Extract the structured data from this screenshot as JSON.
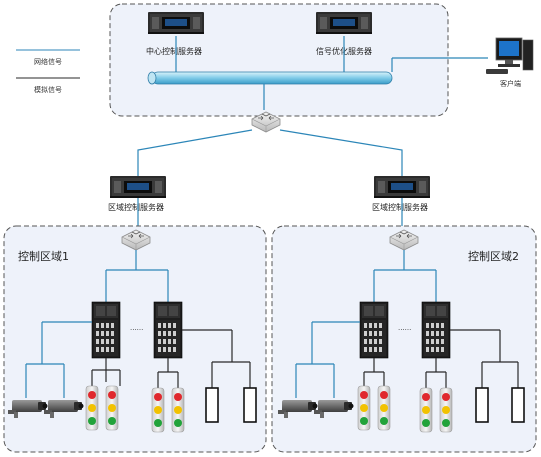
{
  "legend": {
    "network_label": "网络信号",
    "analog_label": "模拟信号"
  },
  "top": {
    "server1_label": "中心控制服务器",
    "server2_label": "信号优化服务器"
  },
  "client": {
    "label": "客户端"
  },
  "region_servers": {
    "left_label": "区域控制服务器",
    "right_label": "区域控制服务器"
  },
  "zones": {
    "zone1_label": "控制区域1",
    "zone2_label": "控制区域2",
    "ellipsis": "......"
  },
  "colors": {
    "network_line": "#2c86b8",
    "analog_line": "#2a2a2a",
    "panel_fill": "#eef2fa",
    "panel_border": "#555555"
  }
}
